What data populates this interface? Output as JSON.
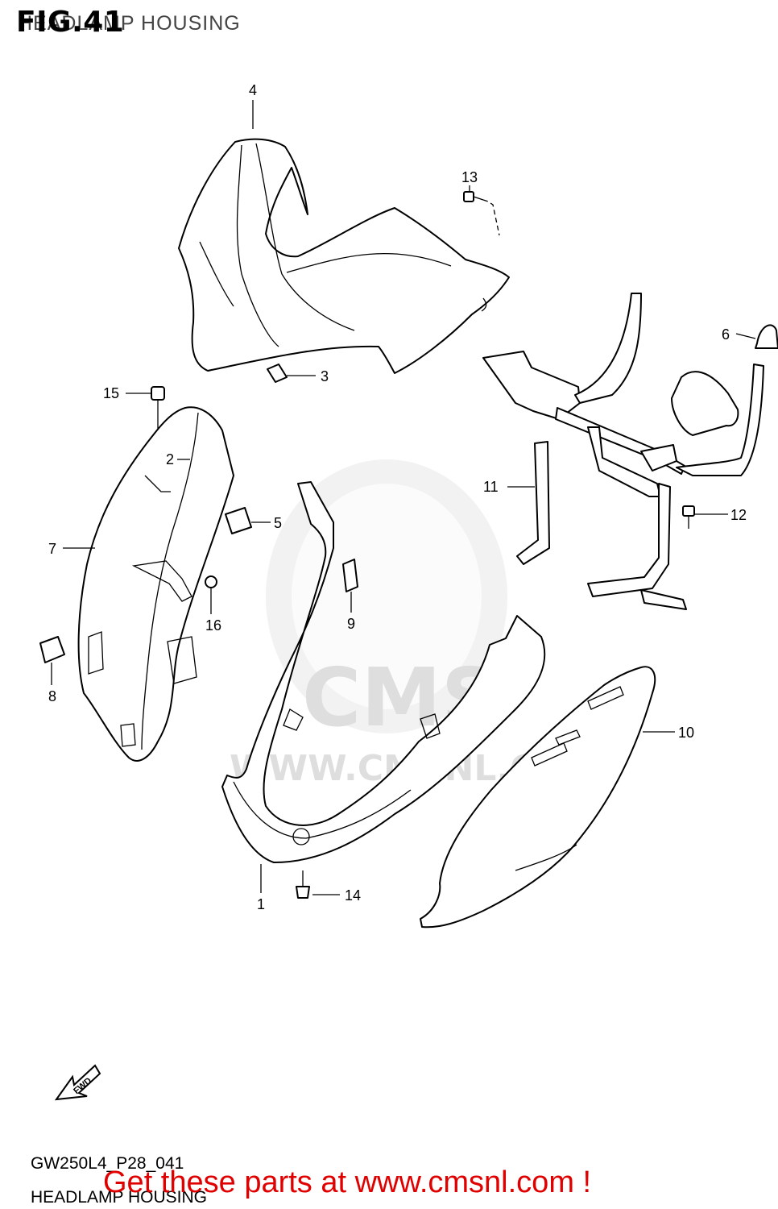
{
  "figure": {
    "fig_label": "FIG.41",
    "title": "HEADLAMP HOUSING"
  },
  "footer": {
    "code": "GW250L4_P28_041",
    "name": "HEADLAMP HOUSING",
    "promo": "Get these parts at www.cmsnl.com !"
  },
  "watermark": {
    "brand": "CMS",
    "url": "WWW.CMSNL.COM"
  },
  "fwd_label": "FWD",
  "callouts": [
    "1",
    "2",
    "3",
    "4",
    "5",
    "6",
    "7",
    "8",
    "9",
    "10",
    "11",
    "12",
    "13",
    "14",
    "15",
    "16"
  ],
  "colors": {
    "promo": "#e00000",
    "watermark": "#e0e0e0",
    "lines": "#000000"
  }
}
